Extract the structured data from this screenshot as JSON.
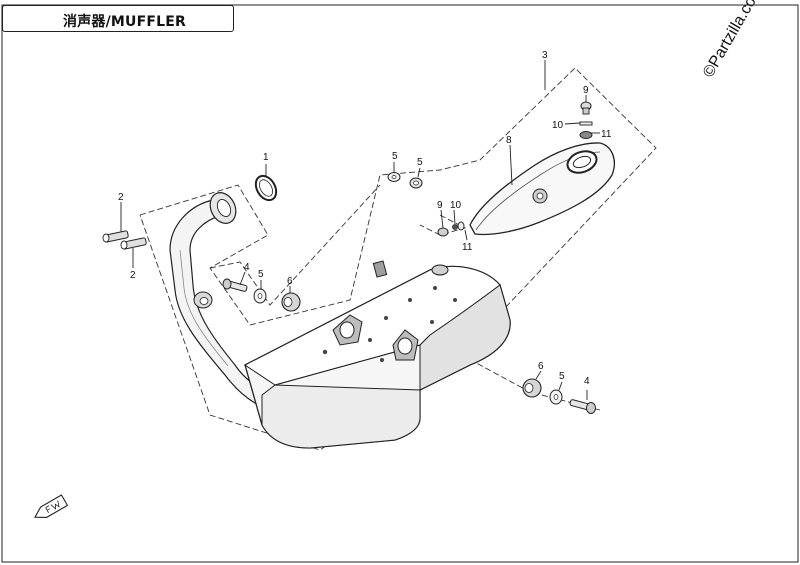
{
  "title": "消声器/MUFFLER",
  "watermark": "©Partzilla.com",
  "callouts": [
    "1",
    "2",
    "2",
    "3",
    "4",
    "4",
    "5",
    "5",
    "5",
    "5",
    "6",
    "6",
    "8",
    "9",
    "9",
    "10",
    "10",
    "11",
    "11"
  ],
  "colors": {
    "line": "#222222",
    "fill_light": "#f2f2f2",
    "fill_mid": "#dcdcdc",
    "fill_dark": "#a8a8a8"
  },
  "icons": {
    "direction_marker": "fwd-arrow-icon"
  }
}
